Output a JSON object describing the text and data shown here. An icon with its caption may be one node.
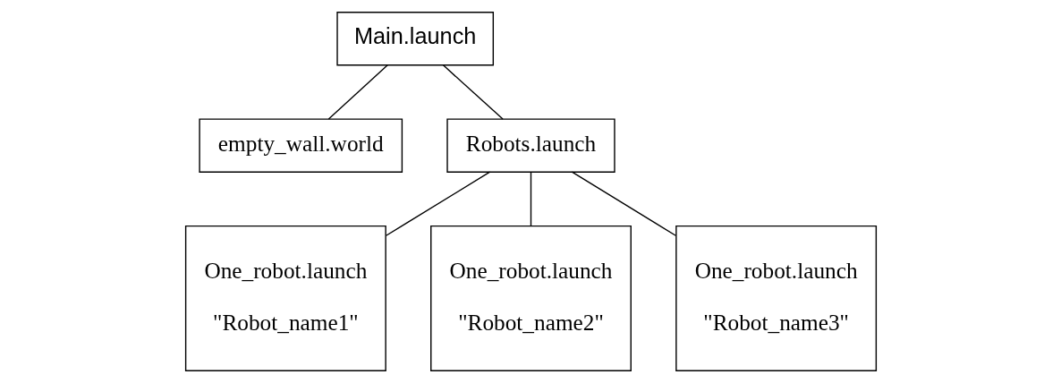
{
  "diagram": {
    "nodes": [
      {
        "text": [
          "Main.launch"
        ]
      },
      {
        "text": [
          "empty_wall.world"
        ]
      },
      {
        "text": [
          "Robots.launch"
        ]
      },
      {
        "text": [
          "One_robot.launch",
          "\"Robot_name1\""
        ]
      },
      {
        "text": [
          "One_robot.launch",
          "\"Robot_name2\""
        ]
      },
      {
        "text": [
          "One_robot.launch",
          "\"Robot_name3\""
        ]
      }
    ],
    "edges": [
      {
        "from": 0,
        "to": 1,
        "arrow": "none"
      },
      {
        "from": 0,
        "to": 2,
        "arrow": "none"
      },
      {
        "from": 2,
        "to": 3,
        "arrow": "none"
      },
      {
        "from": 2,
        "to": 4,
        "arrow": "none"
      },
      {
        "from": 2,
        "to": 5,
        "arrow": "none"
      }
    ]
  }
}
